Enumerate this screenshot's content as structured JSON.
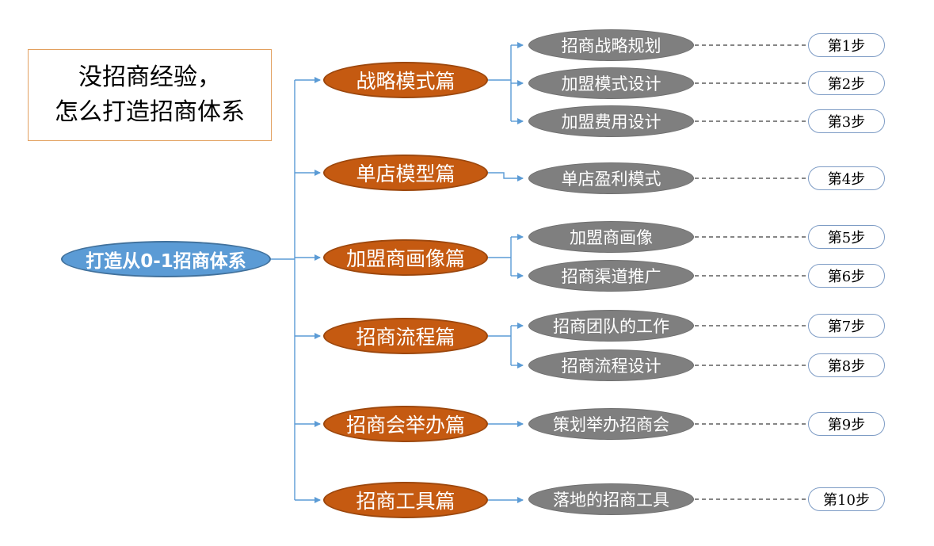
{
  "slide": {
    "title_box": {
      "line1": "没招商经验，",
      "line2": "怎么打造招商体系"
    },
    "root": {
      "label": "打造从0-1招商体系"
    },
    "branches": [
      {
        "label": "战略模式篇",
        "children": [
          {
            "label": "招商战略规划",
            "step": "第1步"
          },
          {
            "label": "加盟模式设计",
            "step": "第2步"
          },
          {
            "label": "加盟费用设计",
            "step": "第3步"
          }
        ]
      },
      {
        "label": "单店模型篇",
        "children": [
          {
            "label": "单店盈利模式",
            "step": "第4步"
          }
        ]
      },
      {
        "label": "加盟商画像篇",
        "children": [
          {
            "label": "加盟商画像",
            "step": "第5步"
          },
          {
            "label": "招商渠道推广",
            "step": "第6步"
          }
        ]
      },
      {
        "label": "招商流程篇",
        "children": [
          {
            "label": "招商团队的工作",
            "step": "第7步"
          },
          {
            "label": "招商流程设计",
            "step": "第8步"
          }
        ]
      },
      {
        "label": "招商会举办篇",
        "children": [
          {
            "label": "策划举办招商会",
            "step": "第9步"
          }
        ]
      },
      {
        "label": "招商工具篇",
        "children": [
          {
            "label": "落地的招商工具",
            "step": "第10步"
          }
        ]
      }
    ],
    "colors": {
      "root_fill": "#5B9BD5",
      "root_border": "#41719C",
      "branch_fill": "#C55A11",
      "branch_border": "#9C470D",
      "leaf_fill": "#7F7F7F",
      "leaf_border": "#6F6F6F",
      "step_border": "#7E9CC5",
      "connector": "#5B9BD5",
      "dash": "#3F3F3F",
      "title_border": "#E2A05F"
    }
  }
}
